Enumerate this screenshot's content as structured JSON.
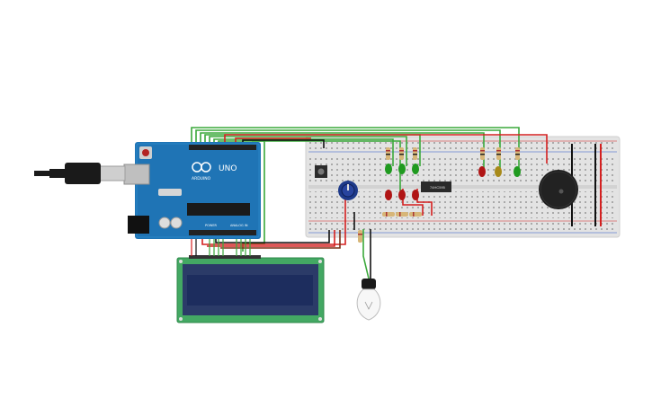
{
  "arduino": {
    "model_label": "UNO",
    "brand_label": "ARDUINO",
    "power_label": "POWER",
    "analog_label": "ANALOG IN",
    "board_color": "#1f74b5"
  },
  "breadboard": {
    "color": "#e3e3e3"
  },
  "chip": {
    "label": "74HC595"
  },
  "lcd": {
    "color": "#43a863",
    "screen_color": "#1d2d5e"
  },
  "wire_colors": {
    "red": "#d42020",
    "green": "#3aa83a",
    "black": "#111111",
    "brown": "#7a2f17"
  },
  "components": {
    "usb_cable": "usb-cable",
    "potentiometer": "potentiometer",
    "pushbutton": "pushbutton",
    "buzzer": "piezo-buzzer",
    "bulb": "light-bulb"
  }
}
